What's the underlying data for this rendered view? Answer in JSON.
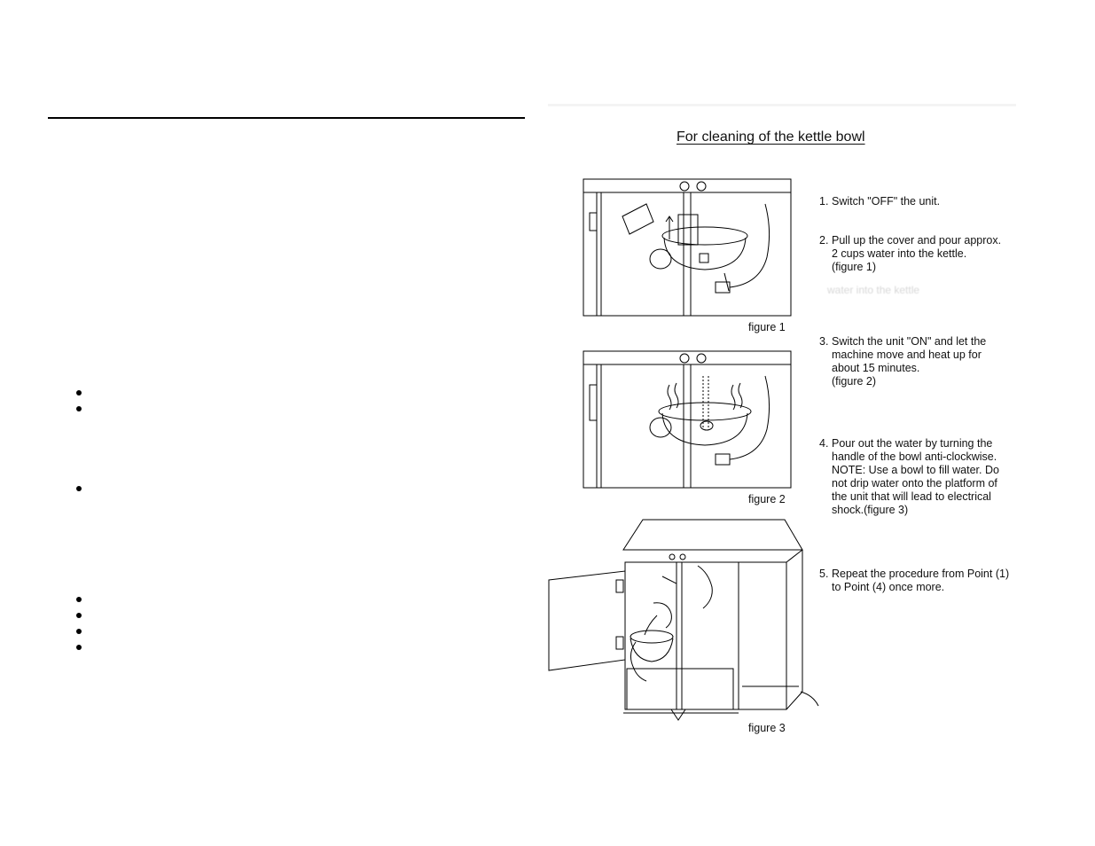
{
  "section_title": "For cleaning of the kettle bowl",
  "steps": [
    {
      "num": "1",
      "lines": [
        "Switch \"OFF\" the unit."
      ]
    },
    {
      "num": "2",
      "lines": [
        "Pull up the cover and pour approx.",
        "2 cups water into the kettle.",
        "(figure 1)"
      ]
    },
    {
      "num": "3",
      "lines": [
        "Switch the unit \"ON\" and let the",
        "machine move and heat up for",
        "about 15 minutes.",
        "(figure 2)"
      ]
    },
    {
      "num": "4",
      "lines": [
        "Pour out the water by turning the",
        "handle of the bowl anti-clockwise.",
        "NOTE: Use a bowl to fill water. Do",
        "not drip water onto the platform of",
        "the unit that will lead to electrical",
        "shock.(figure 3)"
      ]
    },
    {
      "num": "5",
      "lines": [
        "Repeat the procedure from Point (1)",
        "to Point (4) once more."
      ]
    }
  ],
  "faded_text": "water into the kettle",
  "figure_captions": [
    "figure 1",
    "figure 2",
    "figure 3"
  ]
}
